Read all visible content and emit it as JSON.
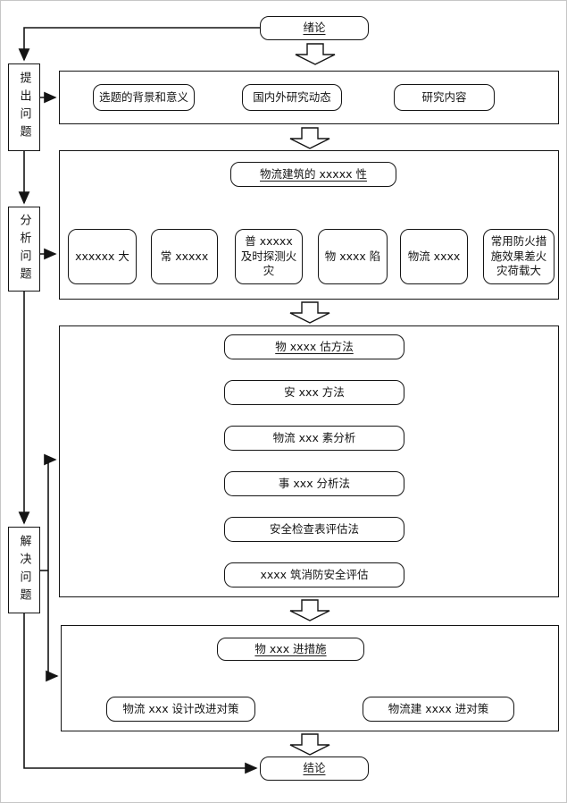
{
  "nodes": {
    "intro": "绪论",
    "conclusion": "结论"
  },
  "rail": [
    "提出问题",
    "分析问题",
    "解决问题"
  ],
  "sections": {
    "raise": {
      "children": [
        "选题的背景和意义",
        "国内外研究动态",
        "研究内容"
      ]
    },
    "analyze": {
      "title": "物流建筑的 xxxxx 性",
      "children": [
        "xxxxxx 大",
        "常 xxxxx",
        "普 xxxxx 及时探测火灾",
        "物 xxxx 陷",
        "物流 xxxx",
        "常用防火措施效果差火灾荷载大"
      ]
    },
    "methods": {
      "items": [
        "物 xxxx 估方法",
        "安 xxx 方法",
        "物流 xxx 素分析",
        "事 xxx 分析法",
        "安全检查表评估法",
        "xxxx 筑消防安全评估"
      ]
    },
    "measures": {
      "title": "物 xxx 进措施",
      "children": [
        "物流 xxx 设计改进对策",
        "物流建 xxxx 进对策"
      ]
    }
  },
  "colors": {
    "line": "#141414",
    "background": "#ffffff"
  }
}
